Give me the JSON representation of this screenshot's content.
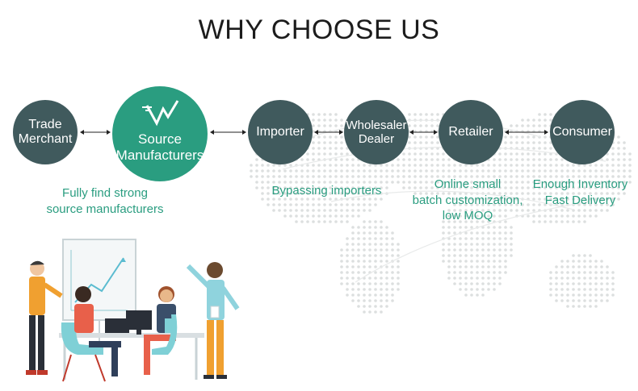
{
  "title": "WHY CHOOSE US",
  "nodes": [
    {
      "label": "Trade\nMerchant"
    },
    {
      "label": "Source\nManufacturers"
    },
    {
      "label": "Importer"
    },
    {
      "label": "Wholesaler\nDealer"
    },
    {
      "label": "Retailer"
    },
    {
      "label": "Consumer"
    }
  ],
  "captions": {
    "source": "Fully find  strong\nsource manufacturers",
    "importer": "Bypassing importers",
    "retailer": "Online  small\nbatch customization,\nlow MOQ",
    "consumer": "Enough Inventory\nFast Delivery"
  },
  "colors": {
    "node": "#405a5d",
    "highlight": "#2a9d80",
    "caption": "#2a9d80"
  },
  "icons": [
    "logo-icon",
    "world-map-icon",
    "team-illustration-icon",
    "double-arrow-icon"
  ]
}
